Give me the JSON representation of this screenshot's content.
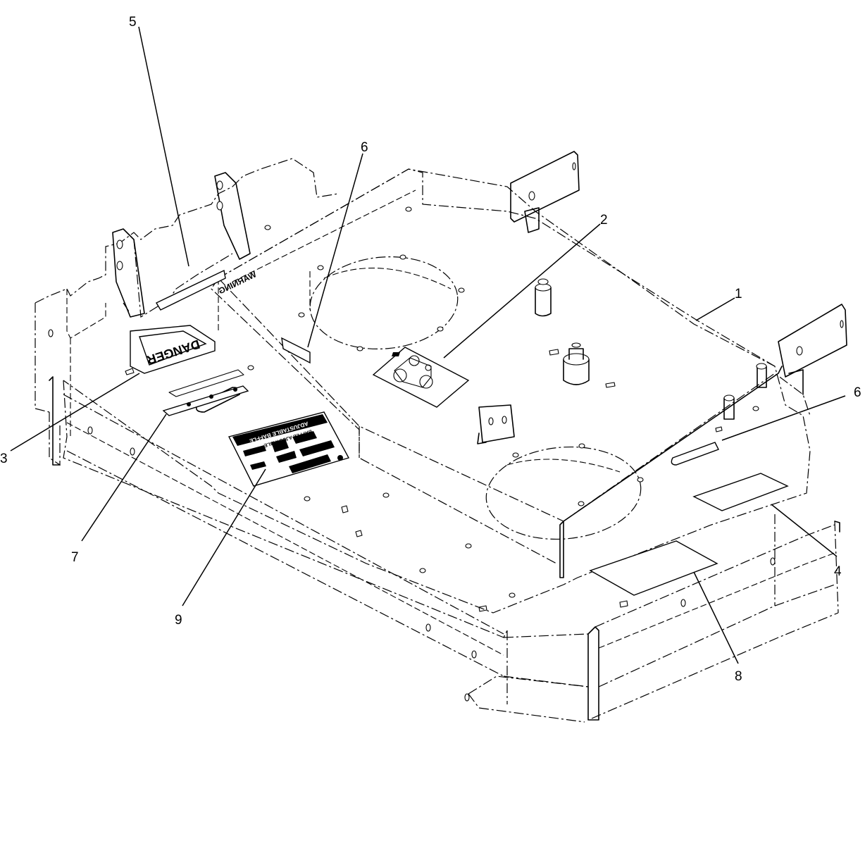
{
  "diagram": {
    "callouts": [
      {
        "id": "c1",
        "label": "1"
      },
      {
        "id": "c2",
        "label": "2"
      },
      {
        "id": "c3",
        "label": "3"
      },
      {
        "id": "c4",
        "label": "4"
      },
      {
        "id": "c5",
        "label": "5"
      },
      {
        "id": "c6a",
        "label": "6"
      },
      {
        "id": "c6b",
        "label": "6"
      },
      {
        "id": "c7",
        "label": "7"
      },
      {
        "id": "c8",
        "label": "8"
      },
      {
        "id": "c9",
        "label": "9"
      }
    ],
    "decals": {
      "danger": "DANGER",
      "warning": "WARNING",
      "height_decal_line1": "ADJUSTABLE BAFFLE",
      "height_decal_line2": "BAFFLE AJUSTABLE"
    }
  }
}
